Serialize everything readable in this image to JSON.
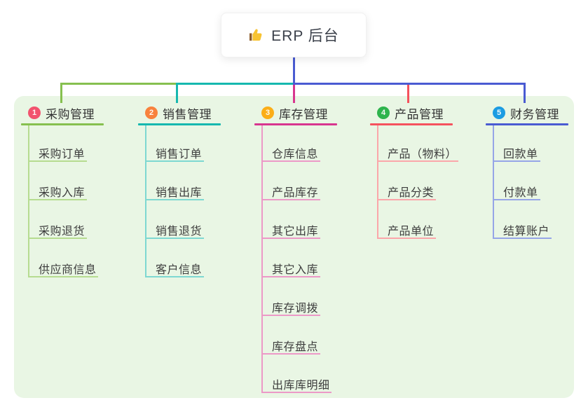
{
  "root": {
    "icon": "thumbs-up",
    "label": "ERP 后台"
  },
  "panel": {
    "bg": "#e9f6e4"
  },
  "trunk_color": "#4a5bd2",
  "branches": [
    {
      "number": "1",
      "label": "采购管理",
      "badge_color": "#f2536e",
      "line_color": "#86c04f",
      "child_line_color": "#b6dc90",
      "children": [
        "采购订单",
        "采购入库",
        "采购退货",
        "供应商信息"
      ]
    },
    {
      "number": "2",
      "label": "销售管理",
      "badge_color": "#f8823d",
      "line_color": "#16b8af",
      "child_line_color": "#7ed8d1",
      "children": [
        "销售订单",
        "销售出库",
        "销售退货",
        "客户信息"
      ]
    },
    {
      "number": "3",
      "label": "库存管理",
      "badge_color": "#fbae17",
      "line_color": "#d8368f",
      "child_line_color": "#ec99c7",
      "children": [
        "仓库信息",
        "产品库存",
        "其它出库",
        "其它入库",
        "库存调拨",
        "库存盘点",
        "出库库明细"
      ]
    },
    {
      "number": "4",
      "label": "产品管理",
      "badge_color": "#2eb44d",
      "line_color": "#f5525d",
      "child_line_color": "#fba6aa",
      "children": [
        "产品（物料）",
        "产品分类",
        "产品单位"
      ]
    },
    {
      "number": "5",
      "label": "财务管理",
      "badge_color": "#1b9ce2",
      "line_color": "#4a5bd2",
      "child_line_color": "#96a5e7",
      "children": [
        "回款单",
        "付款单",
        "结算账户"
      ]
    }
  ]
}
